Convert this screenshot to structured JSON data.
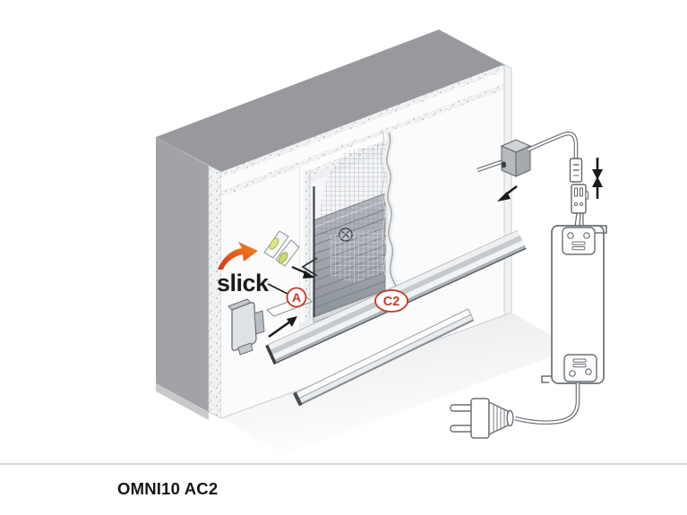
{
  "diagram": {
    "brand": "slick",
    "label_a": "A",
    "label_c2": "C2"
  },
  "footer": {
    "title": "OMNI10 AC2"
  },
  "colors": {
    "accent_red": "#c83820",
    "brand_orange": "#ef8a1e",
    "brand_red": "#d8361c",
    "wall_grey": "#98999c",
    "outline_grey": "#6a7076",
    "divider_grey": "#c9c9cb"
  }
}
